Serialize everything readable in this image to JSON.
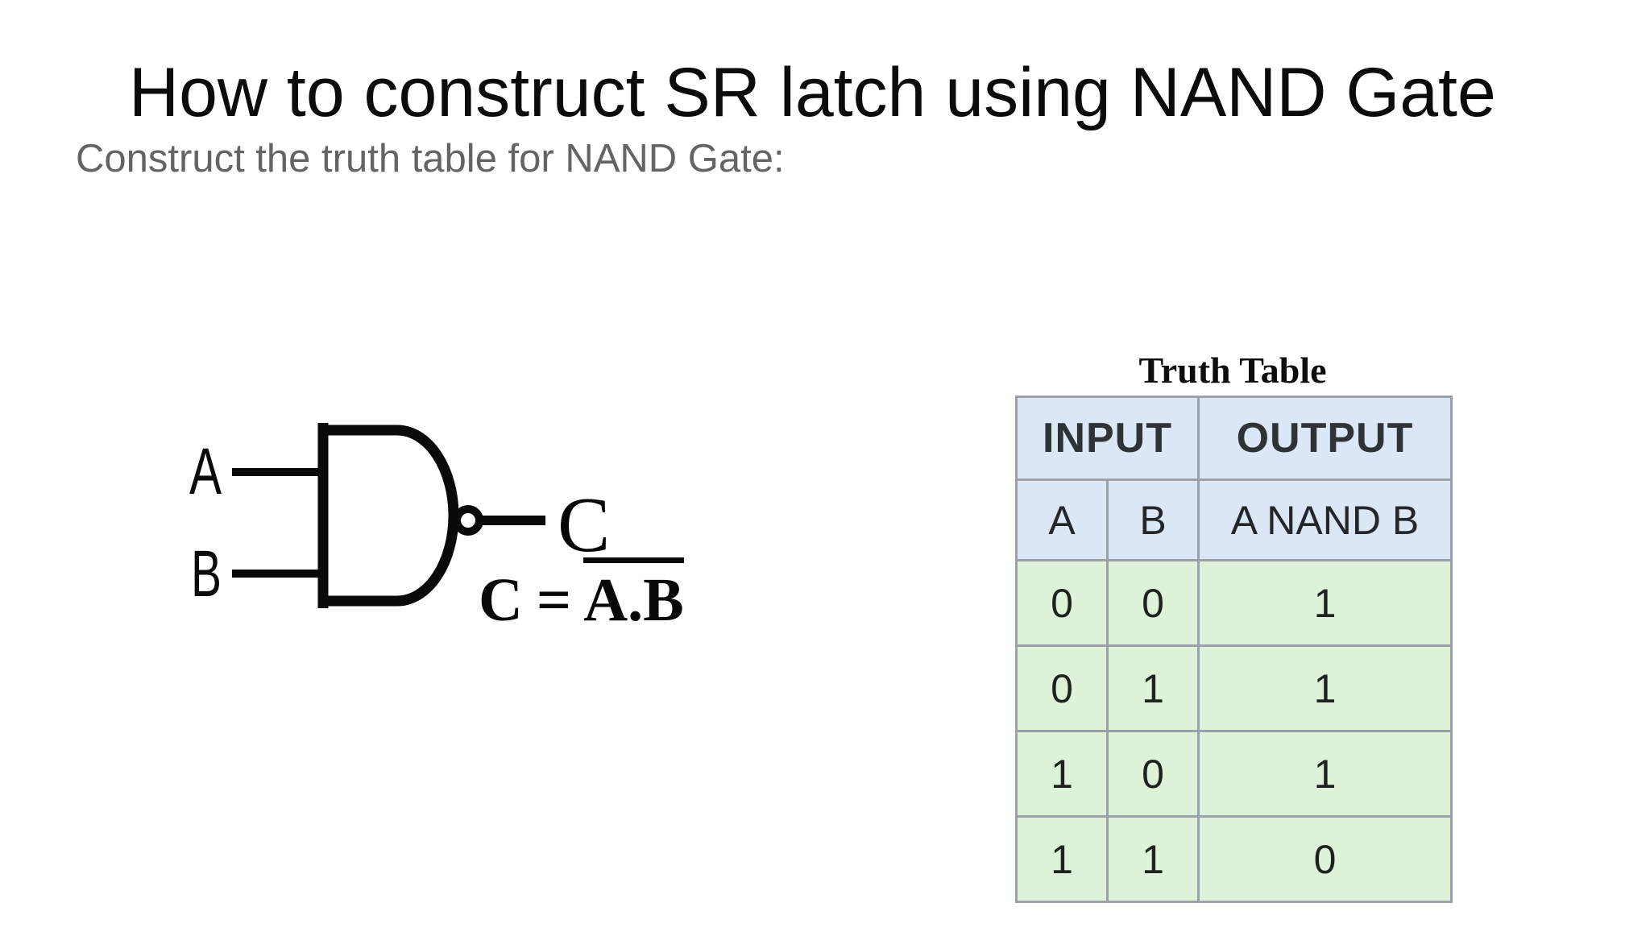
{
  "page": {
    "title": "How to construct SR latch using NAND Gate",
    "subtitle": "Construct the truth table for NAND Gate:"
  },
  "diagram": {
    "input_a": "A",
    "input_b": "B",
    "output_c": "C",
    "formula_lhs": "C",
    "formula_eq": "=",
    "formula_rhs": "A.B",
    "formula_note": "rhs A.B carries an overline (NOT of A AND B)"
  },
  "truth_table": {
    "title": "Truth Table",
    "group_headers": {
      "input": "INPUT",
      "output": "OUTPUT"
    },
    "column_headers": {
      "a": "A",
      "b": "B",
      "out": "A NAND B"
    },
    "rows": [
      {
        "a": "0",
        "b": "0",
        "out": "1"
      },
      {
        "a": "0",
        "b": "1",
        "out": "1"
      },
      {
        "a": "1",
        "b": "0",
        "out": "1"
      },
      {
        "a": "1",
        "b": "1",
        "out": "0"
      }
    ]
  },
  "colors": {
    "background": "#ffffff",
    "title_text": "#0b0b0b",
    "subtitle_text": "#646464",
    "table_header_blue": "#dbe7f5",
    "table_row_green": "#def1d9",
    "table_border_gray": "#9aa1a8",
    "line_black": "#0a0a0a"
  }
}
